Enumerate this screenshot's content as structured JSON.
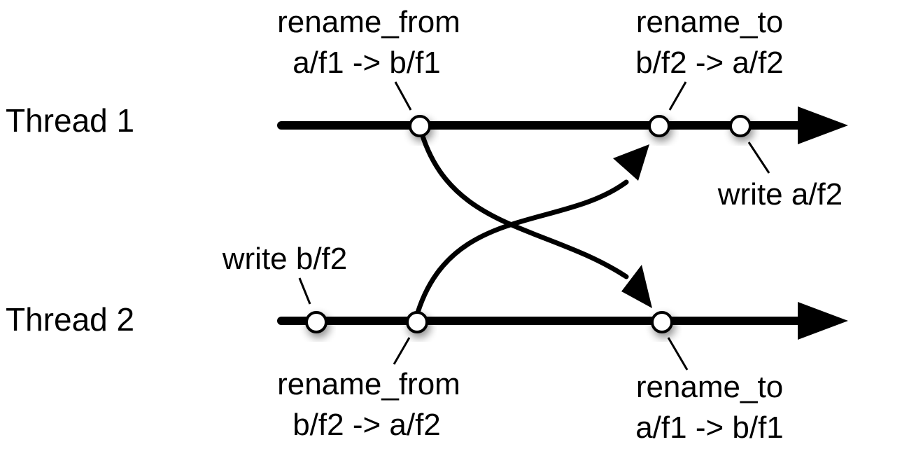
{
  "threads": [
    {
      "label": "Thread 1"
    },
    {
      "label": "Thread 2"
    }
  ],
  "events": {
    "t1_rename_from": {
      "lines": [
        "rename_from",
        "a/f1 -> b/f1"
      ]
    },
    "t1_rename_to": {
      "lines": [
        "rename_to",
        "b/f2 -> a/f2"
      ]
    },
    "t1_write": {
      "lines": [
        "write a/f2"
      ]
    },
    "t2_write": {
      "lines": [
        "write b/f2"
      ]
    },
    "t2_rename_from": {
      "lines": [
        "rename_from",
        "b/f2 -> a/f2"
      ]
    },
    "t2_rename_to": {
      "lines": [
        "rename_to",
        "a/f1 -> b/f1"
      ]
    }
  },
  "colors": {
    "line": "#000000",
    "node_fill": "#ffffff",
    "background": "#ffffff"
  }
}
